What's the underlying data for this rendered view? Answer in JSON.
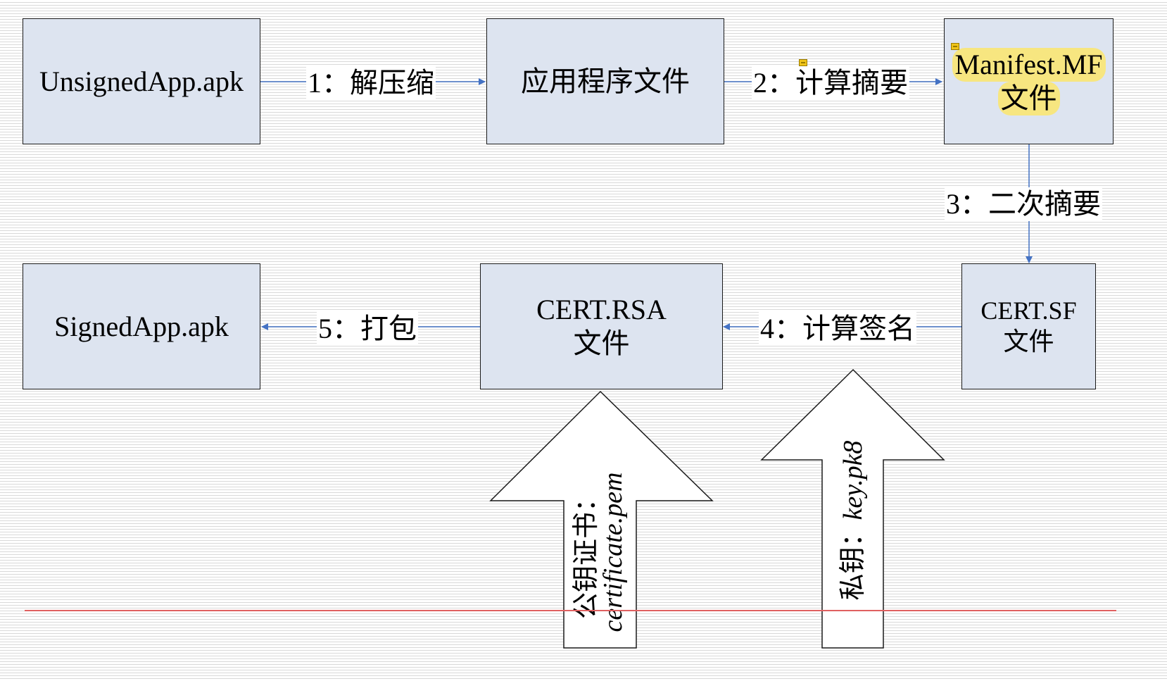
{
  "boxes": {
    "unsigned_apk": {
      "text": "UnsignedApp.apk"
    },
    "app_files": {
      "text": "应用程序文件"
    },
    "manifest": {
      "line1": "Manifest.MF",
      "line2": "文件"
    },
    "cert_sf": {
      "line1": "CERT.SF",
      "line2": "文件"
    },
    "cert_rsa": {
      "line1": "CERT.RSA",
      "line2": "文件"
    },
    "signed_apk": {
      "text": "SignedApp.apk"
    }
  },
  "steps": {
    "s1": "1：解压缩",
    "s2": "2：计算摘要",
    "s3": "3：二次摘要",
    "s4": "4：计算签名",
    "s5": "5：打包"
  },
  "inputs": {
    "certificate": {
      "prefix": "公钥证书：",
      "file": "certificate.pem"
    },
    "private_key": {
      "prefix": "私钥：",
      "file": "key.pk8"
    }
  },
  "colors": {
    "connector": "#4472c4",
    "box_fill": "#dde4f0",
    "highlight": "#f7e680",
    "red_line": "#e06060"
  }
}
